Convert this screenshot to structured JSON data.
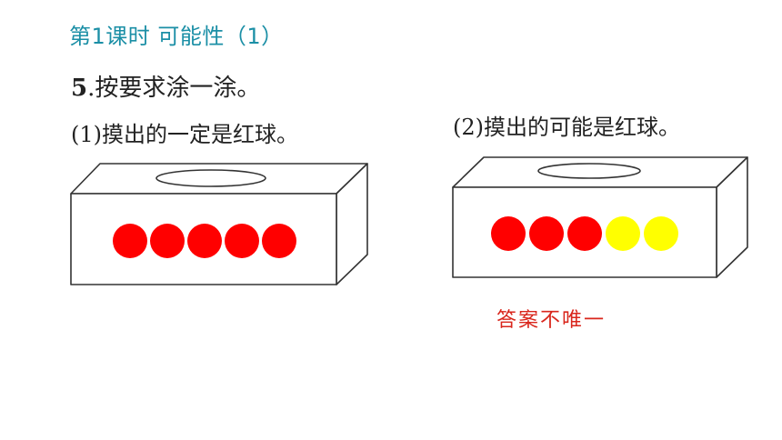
{
  "header": {
    "lesson_title": "第1课时 可能性（1）"
  },
  "question": {
    "number": "5",
    "text": ".按要求涂一涂。"
  },
  "parts": [
    {
      "label": "(1)摸出的一定是红球。",
      "balls": [
        "#ff0000",
        "#ff0000",
        "#ff0000",
        "#ff0000",
        "#ff0000"
      ]
    },
    {
      "label": "(2)摸出的可能是红球。",
      "balls": [
        "#ff0000",
        "#ff0000",
        "#ff0000",
        "#ffff00",
        "#ffff00"
      ]
    }
  ],
  "answer_note": "答案不唯一",
  "colors": {
    "red": "#ff0000",
    "yellow": "#ffff00",
    "title": "#1b8fa6",
    "note": "#d9261c"
  }
}
